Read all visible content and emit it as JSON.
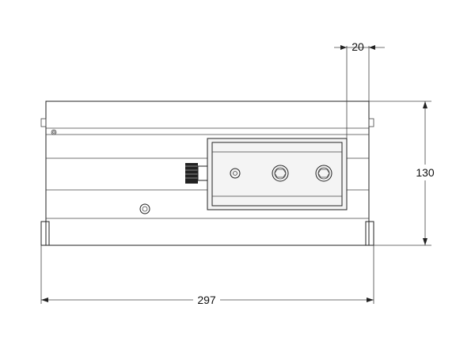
{
  "dimensions": {
    "top_offset": "20",
    "height": "130",
    "width": "297"
  }
}
